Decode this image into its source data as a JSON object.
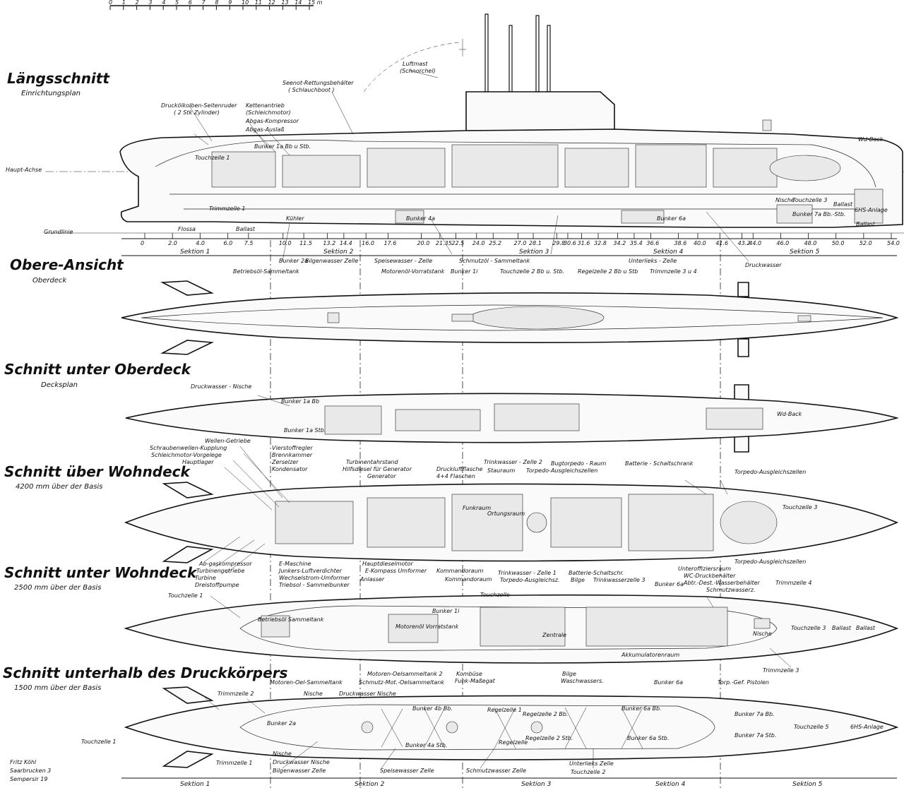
{
  "scale": {
    "labels": [
      "0",
      "1",
      "2",
      "3",
      "4",
      "5",
      "6",
      "7",
      "8",
      "9",
      "10",
      "11",
      "12",
      "13",
      "14",
      "15 m"
    ]
  },
  "views": [
    {
      "title": "Längsschnitt",
      "subtitle": "Einrichtungsplan"
    },
    {
      "title": "Obere-Ansicht",
      "subtitle": "Oberdeck"
    },
    {
      "title": "Schnitt unter Oberdeck",
      "subtitle": "Decksplan"
    },
    {
      "title": "Schnitt über Wohndeck",
      "subtitle": "4200 mm über der Basis"
    },
    {
      "title": "Schnitt unter Wohndeck",
      "subtitle": "2500 mm über der Basis"
    },
    {
      "title": "Schnitt unterhalb des Druckkörpers",
      "subtitle": "1500 mm über der Basis"
    }
  ],
  "axis": {
    "ticks": [
      "0",
      "2.0",
      "4.0",
      "6.0",
      "7.5",
      "10.0",
      "11.5",
      "13.2",
      "14.4",
      "16.0",
      "17.6",
      "20.0",
      "21.35",
      "22.5",
      "24.0",
      "25.2",
      "27.0",
      "28.1",
      "29.8",
      "30.6",
      "31.6",
      "32.8",
      "34.2",
      "35.4",
      "36.6",
      "38.6",
      "40.0",
      "41.6",
      "43.2",
      "44.0",
      "46.0",
      "48.0",
      "50.0",
      "52.0",
      "54.0"
    ],
    "sections_top": [
      "Sektion 1",
      "Sektion 2",
      "Sektion 3",
      "Sektion 4",
      "Sektion 5"
    ],
    "sections_bottom": [
      "Sektion 1",
      "Sektion 2",
      "Sektion 3",
      "Sektion 4",
      "Sektion 5"
    ]
  },
  "reference_lines": {
    "main_axis": "Haupt-Achse",
    "base_line": "Grundlinie"
  },
  "labels": {
    "longitudinal": [
      "Druckölkolben-Seitenruder",
      "( 2 Stk Zylinder)",
      "Kettenantrieb",
      "(Schleichmotor)",
      "Abgas-Kompressor",
      "Abgas-Auslaß",
      "Seenot-Rettungsbehälter",
      "( Schlauchboot )",
      "Luftmast",
      "(Schnorchel)",
      "Touchzelle 1",
      "Bunker 1a Bb u Stb.",
      "Trimmzelle 1",
      "Flossa",
      "Ballast",
      "Kühler",
      "Bunker 4a",
      "Bunker 6a",
      "Bunker 7a Bb.-Stb.",
      "Touchzelle 3",
      "Ballast",
      "Ballast",
      "6HS-Anlage",
      "Wd-Back",
      "Nische",
      "Bunker 2a",
      "Bilgenwasser Zelle",
      "Speisewasser - Zelle",
      "Schmutzöl - Sammeltank",
      "Unterlieks - Zelle",
      "Druckwasser",
      "Betriebsöl-Sammeltank",
      "Motorenöl-Vorratstank",
      "Bunker 1i",
      "Touchzelle 2 Bb u. Stb.",
      "Regelzelle 2 Bb u Stb",
      "Trimmzelle 3 u 4"
    ],
    "deck_plan": [
      "Druckwasser - Nische",
      "Bunker 1a Bb",
      "Bunker 1a Stb.",
      "Wd-Back"
    ],
    "living_deck_above": [
      "Wellen-Getriebe",
      "Schraubenwellen-Kupplung",
      "Schleichmotor-Vorgelege",
      "Hauptlager",
      "Vierstoffregler",
      "Brennkammer",
      "Zerselzer",
      "Kondensator",
      "Turbinentahrstand",
      "Hilfsdiesel für Generator",
      "Generator",
      "Druckluftflasche",
      "4+4 Flaschen",
      "Trinkwasser - Zelle 2",
      "Stauraum",
      "Bugtorpedo - Raum",
      "Torpedo-Ausgleichszellen",
      "Batterie - Schaltschrank",
      "Torpedo-Ausgleichszellen",
      "Touchzelle 3",
      "Funkraum",
      "Ortungsraum",
      "Ab-gaskompressor",
      "Turbinengetriebe",
      "Turbine",
      "Dreistoffpumpe",
      "E-Maschine",
      "Junkers-Luftverdichter",
      "Wechselstrom-Umformer",
      "Triebsol - Sammelbunker",
      "Hauptdieselmotor",
      "E-Kompass Umformer",
      "Anlasser",
      "Kommandoraum",
      "Kommandoraum",
      "Trinkwasser - Zelle 1",
      "Torpedo-Ausgleichsz.",
      "Batterie-Schaltschr.",
      "Bilge",
      "Trinkwasserzelle 3",
      "Unteroffiziersraum",
      "Torpedo-Ausgleichszellen"
    ],
    "living_deck_below": [
      "Touchzelle 1",
      "Betriebsöl Sammeltank",
      "Bunker 1i",
      "Motorenöl Vorratstank",
      "Touchzelle",
      "Zentrale",
      "Bunker 6a",
      "WC-Druckbehälter",
      "Abtr.-Dest.-Wasserbehälter",
      "Schmutzwasserz.",
      "Trimmzelle 4",
      "Touchzelle 3",
      "Ballast",
      "Ballast",
      "Nische",
      "Akkumulatorenraum",
      "Trimmzelle 3",
      "Motoren-Oel-Sammeltank",
      "Motoren-Oelsammeltank 2",
      "Schmutz-Mot.-Oelsammeltank",
      "Kombüse",
      "Funk-Maßegat",
      "Bilge",
      "Waschwassers.",
      "Bunker 6a",
      "Torp.-Gef. Pistolen"
    ],
    "below_hull": [
      "Trimmzelle 2",
      "Nische",
      "Druckwasser Nische",
      "Bunker 2a",
      "Bunker 4b Bb.",
      "Regelzelle 1",
      "Regelzelle 2 Bb.",
      "Bunker 6a Bb.",
      "Bunker 7a Bb.",
      "Touchzelle 1",
      "Bunker 4a Stb.",
      "Regelzelle",
      "Regelzelle 2 Stb.",
      "Bunker 6a Stb.",
      "Bunker 7a Stb.",
      "Touchzelle 5",
      "6HS-Anlage",
      "Trimmzelle 1",
      "Nische",
      "Druckwasser Nische",
      "Bilgenwasser Zelle",
      "Speisewasser Zelle",
      "Schmutzwasser Zelle",
      "Unterlieks Zelle",
      "Touchzelle 2"
    ]
  },
  "author": {
    "name": "Fritz Köhl",
    "city": "Saarbrucken 3",
    "street": "Sempersir 19"
  }
}
